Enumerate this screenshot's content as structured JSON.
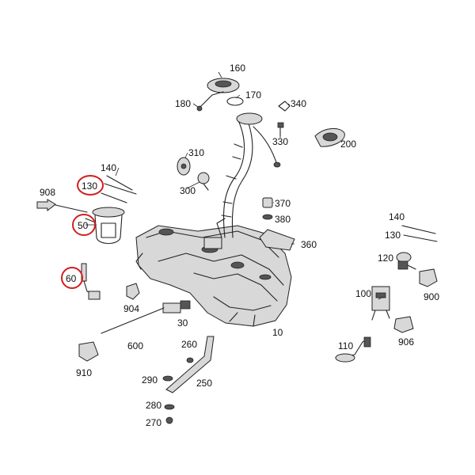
{
  "callouts": {
    "p10": "10",
    "p30": "30",
    "p50": "50",
    "p60": "60",
    "p100": "100",
    "p110": "110",
    "p120": "120",
    "p130_left": "130",
    "p130_right": "130",
    "p140_left": "140",
    "p140_right": "140",
    "p160": "160",
    "p170": "170",
    "p180": "180",
    "p200": "200",
    "p250": "250",
    "p260": "260",
    "p270": "270",
    "p280": "280",
    "p290": "290",
    "p300": "300",
    "p310": "310",
    "p330": "330",
    "p340": "340",
    "p360": "360",
    "p370": "370",
    "p380": "380",
    "p600": "600",
    "p900": "900",
    "p904": "904",
    "p906": "906",
    "p908": "908",
    "p910": "910"
  },
  "highlight_color": "#d21f1f",
  "line_color": "#222222"
}
